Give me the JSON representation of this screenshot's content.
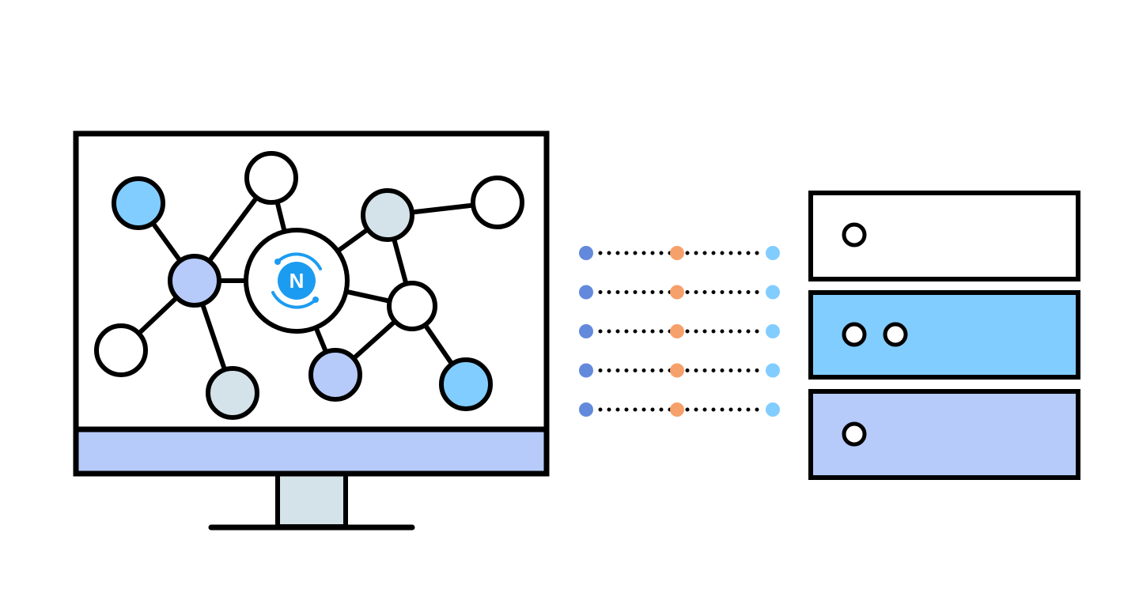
{
  "logo": {
    "letter": "N",
    "icon": "network-hub-logo-icon"
  },
  "colors": {
    "outline": "#000000",
    "sky": "#82CDFF",
    "periwinkle": "#B7CBFA",
    "mist": "#D4E2E9",
    "white": "#FFFFFF",
    "logo_blue": "#1C9CF0",
    "dot_blue": "#6289DC",
    "dot_orange": "#F6A06B",
    "dot_light": "#82CDFF"
  },
  "network": {
    "nodes": [
      {
        "id": "sky-1",
        "fill": "sky"
      },
      {
        "id": "white-1",
        "fill": "white"
      },
      {
        "id": "mist-1",
        "fill": "mist"
      },
      {
        "id": "white-2",
        "fill": "white"
      },
      {
        "id": "periwinkle-1",
        "fill": "periwinkle"
      },
      {
        "id": "white-3",
        "fill": "white"
      },
      {
        "id": "white-4",
        "fill": "white"
      },
      {
        "id": "mist-2",
        "fill": "mist"
      },
      {
        "id": "periwinkle-2",
        "fill": "periwinkle"
      },
      {
        "id": "sky-2",
        "fill": "sky"
      }
    ]
  },
  "connections": {
    "count": 5
  },
  "server": {
    "units": [
      {
        "fill": "white",
        "indicators": 1
      },
      {
        "fill": "sky",
        "indicators": 2
      },
      {
        "fill": "periwinkle",
        "indicators": 1
      }
    ]
  }
}
